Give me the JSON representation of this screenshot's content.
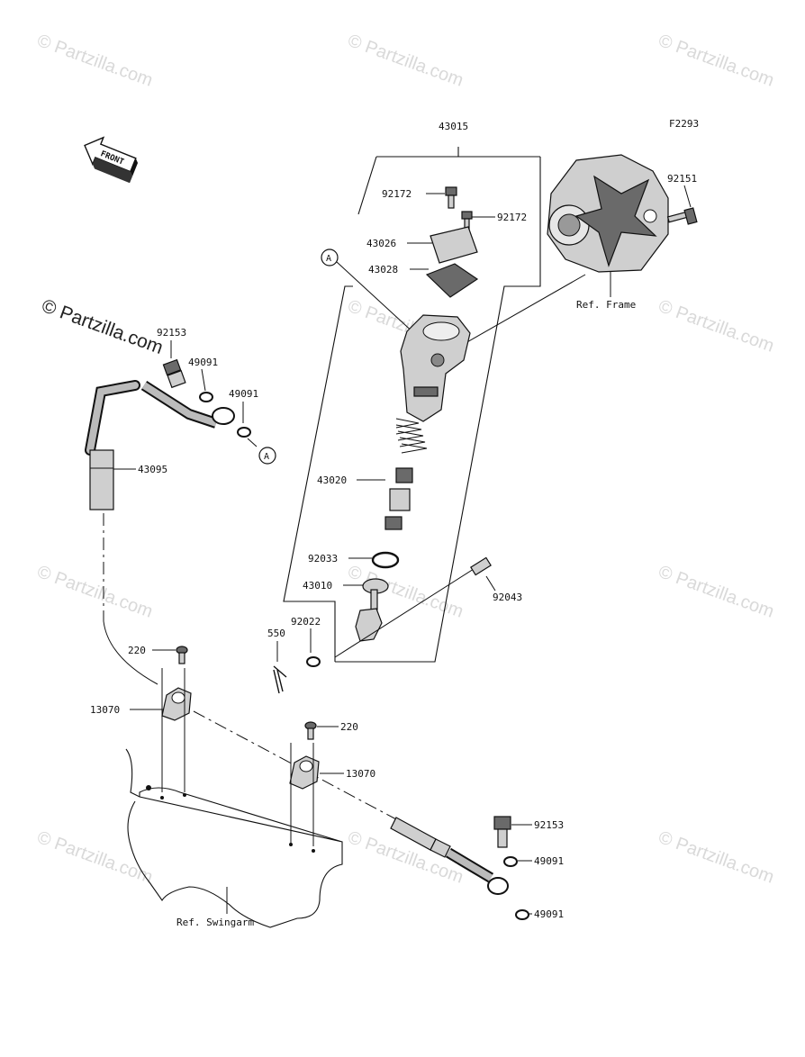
{
  "figure_code": "F2293",
  "front_label": "FRONT",
  "callout_a": "A",
  "watermark": "© Partzilla.com",
  "watermark_prominent": "© Partzilla.com",
  "refs": {
    "frame": "Ref. Frame",
    "swingarm": "Ref. Swingarm"
  },
  "labels": {
    "p43015": "43015",
    "p92172a": "92172",
    "p92172b": "92172",
    "p43026": "43026",
    "p43028": "43028",
    "p92151": "92151",
    "p92153a": "92153",
    "p49091a": "49091",
    "p49091b": "49091",
    "p43095": "43095",
    "p43020": "43020",
    "p92033": "92033",
    "p43010": "43010",
    "p92043": "92043",
    "p550": "550",
    "p92022": "92022",
    "p220a": "220",
    "p13070a": "13070",
    "p220b": "220",
    "p13070b": "13070",
    "p92153b": "92153",
    "p49091c": "49091",
    "p49091d": "49091"
  }
}
